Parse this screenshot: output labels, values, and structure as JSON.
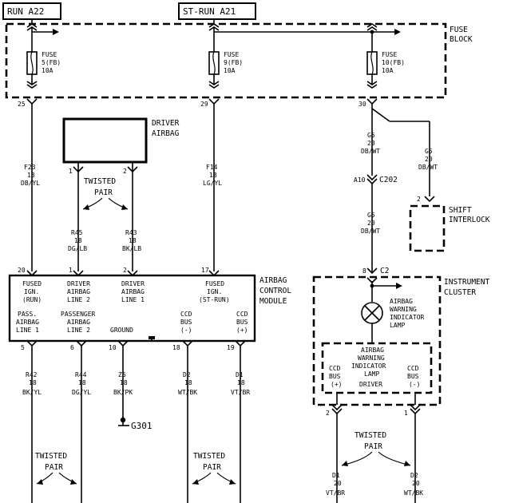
{
  "power_feeds": {
    "run": "RUN A22",
    "st_run": "ST-RUN A21"
  },
  "fuse_block": {
    "title_line1": "FUSE",
    "title_line2": "BLOCK",
    "fuses": [
      {
        "l1": "FUSE",
        "l2": "5(FB)",
        "l3": "10A"
      },
      {
        "l1": "FUSE",
        "l2": "9(FB)",
        "l3": "10A"
      },
      {
        "l1": "FUSE",
        "l2": "10(FB)",
        "l3": "10A"
      }
    ],
    "pins": [
      "25",
      "29",
      "30"
    ]
  },
  "driver_airbag": {
    "line1": "DRIVER",
    "line2": "AIRBAG",
    "pins": [
      "1",
      "2"
    ]
  },
  "twisted_pair": {
    "line1": "TWISTED",
    "line2": "PAIR"
  },
  "wires": {
    "f23": [
      "F23",
      "18",
      "DB/YL"
    ],
    "r45": [
      "R45",
      "18",
      "DG/LB"
    ],
    "r43": [
      "R43",
      "18",
      "BK/LB"
    ],
    "f14": [
      "F14",
      "18",
      "LG/YL"
    ],
    "g5_a": [
      "G5",
      "20",
      "DB/WT"
    ],
    "g5_b": [
      "G5",
      "20",
      "DB/WT"
    ],
    "g5_c": [
      "G5",
      "20",
      "DB/WT"
    ],
    "r42": [
      "R42",
      "18",
      "BK/YL"
    ],
    "r44": [
      "R44",
      "18",
      "DG/YL"
    ],
    "z6": [
      "Z6",
      "18",
      "BK/PK"
    ],
    "d2_left": [
      "D2",
      "18",
      "WT/BK"
    ],
    "d1_left": [
      "D1",
      "18",
      "VT/BR"
    ],
    "d1_right": [
      "D1",
      "20",
      "VT/BR"
    ],
    "d2_right": [
      "D2",
      "20",
      "WT/BK"
    ]
  },
  "connectors": {
    "c202_pin": "A10",
    "c202": "C202",
    "c2_pin": "8",
    "c2": "C2",
    "shift_pin": "2"
  },
  "shift_interlock": {
    "line1": "SHIFT",
    "line2": "INTERLOCK"
  },
  "acm": {
    "title": [
      "AIRBAG",
      "CONTROL",
      "MODULE"
    ],
    "top_pins": [
      "20",
      "1",
      "2",
      "17"
    ],
    "top_labels": [
      [
        "FUSED",
        "IGN.",
        "(RUN)"
      ],
      [
        "DRIVER",
        "AIRBAG",
        "LINE 2"
      ],
      [
        "DRIVER",
        "AIRBAG",
        "LINE 1"
      ],
      [
        "FUSED",
        "IGN.",
        "(ST-RUN)"
      ]
    ],
    "bottom_labels": [
      [
        "PASS.",
        "AIRBAG",
        "LINE 1"
      ],
      [
        "PASSENGER",
        "AIRBAG",
        "LINE 2"
      ],
      [
        "GROUND"
      ],
      [
        "CCD",
        "BUS",
        "(-)"
      ],
      [
        "CCD",
        "BUS",
        "(+)"
      ]
    ],
    "bottom_pins": [
      "5",
      "6",
      "10",
      "18",
      "19"
    ]
  },
  "ground": "G301",
  "instrument_cluster": {
    "title_line1": "INSTRUMENT",
    "title_line2": "CLUSTER",
    "lamp": [
      "AIRBAG",
      "WARNING",
      "INDICATOR",
      "LAMP"
    ],
    "driver": [
      "AIRBAG",
      "WARNING",
      "INDICATOR",
      "LAMP",
      "DRIVER"
    ],
    "ccd_left": [
      "CCD",
      "BUS",
      "(+)"
    ],
    "ccd_right": [
      "CCD",
      "BUS",
      "(-)"
    ],
    "pins": [
      "2",
      "1"
    ]
  }
}
